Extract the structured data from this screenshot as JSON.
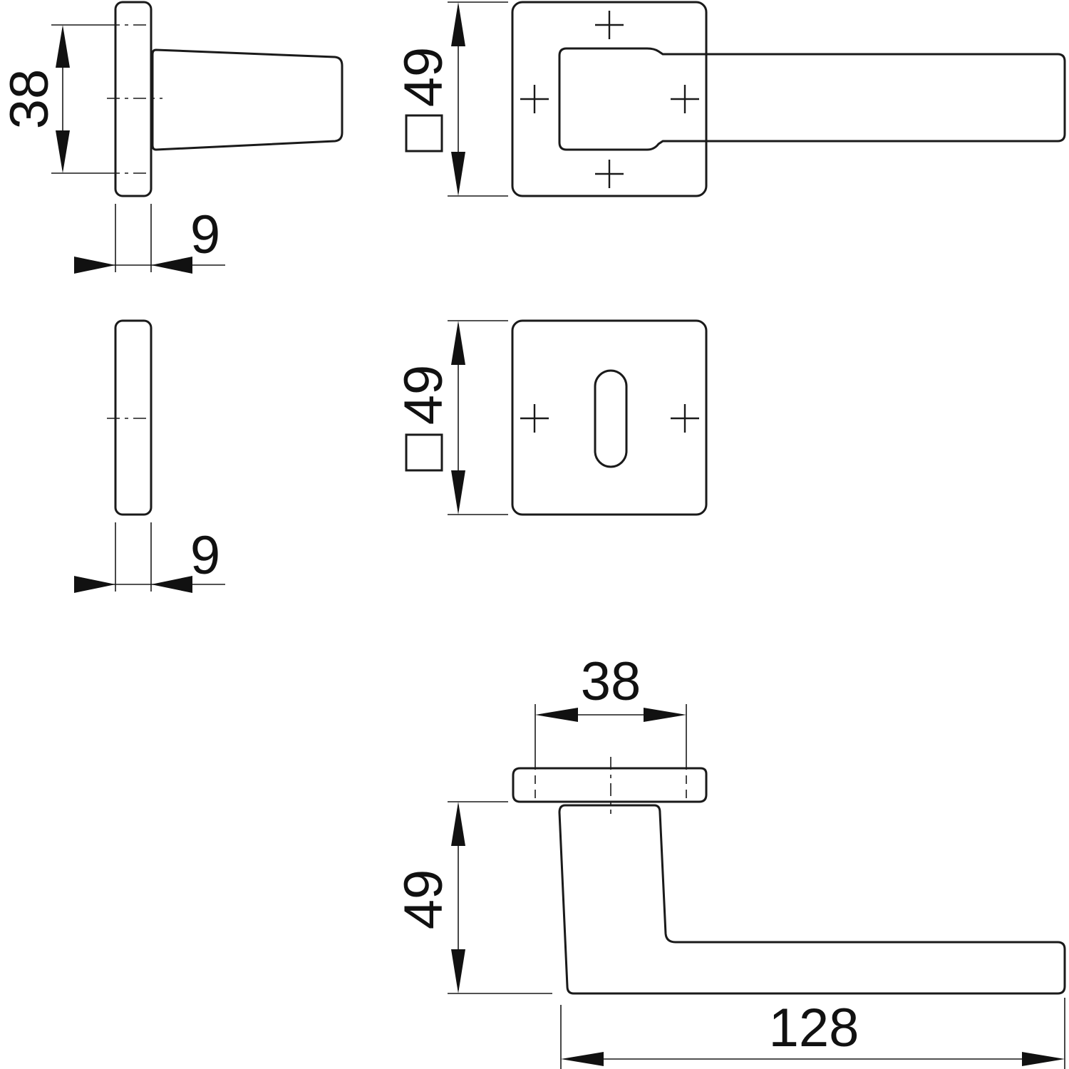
{
  "dimensions": {
    "handle_rose_side_height": "38",
    "handle_rose_thickness": "9",
    "handle_rose_square": "49",
    "key_rose_thickness": "9",
    "key_rose_square": "49",
    "lever_rose_width": "38",
    "lever_height": "49",
    "lever_length": "128"
  },
  "colors": {
    "line": "#1a1a1a",
    "background": "#ffffff"
  }
}
